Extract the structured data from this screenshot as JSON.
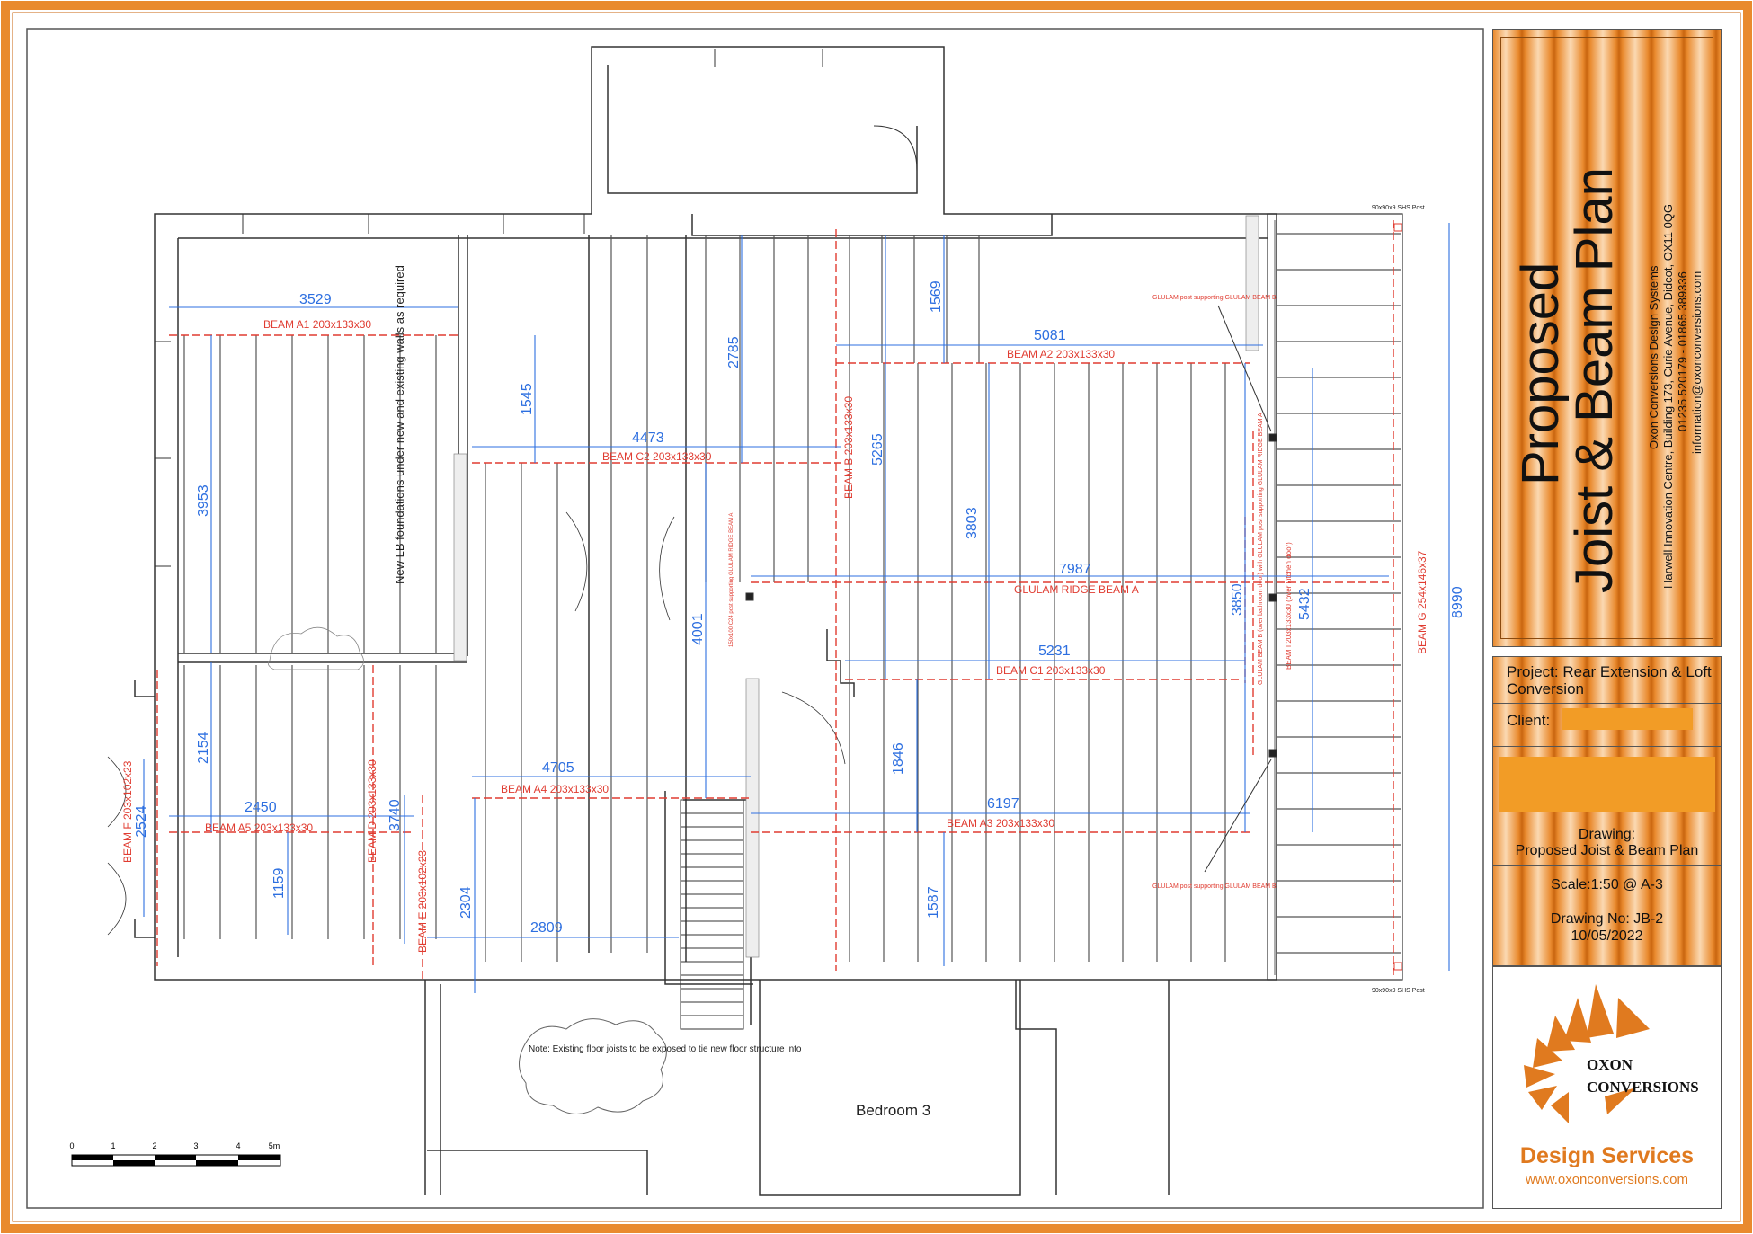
{
  "title_block": {
    "title_line1": "Proposed",
    "title_line2": "Joist & Beam Plan",
    "company_lines": [
      "Oxon Conversions Design Systems",
      "Harwell Innovation Centre, Building 173, Curie Avenue, Didcot, OX11 0QG",
      "01235 520179 - 01865 389336",
      "information@oxonconversions.com"
    ],
    "project": "Project: Rear Extension & Loft Conversion",
    "client": "Client:",
    "drawing_label": "Drawing:",
    "drawing_name": "Proposed Joist & Beam Plan",
    "scale": "Scale:1:50 @ A-3",
    "drawing_no": "Drawing No: JB-2",
    "date": "10/05/2022",
    "logo_line1": "OXON",
    "logo_line2": "CONVERSIONS",
    "logo_services": "Design Services",
    "logo_url": "www.oxonconversions.com"
  },
  "beams": {
    "a1": "BEAM A1 203x133x30",
    "a2": "BEAM A2 203x133x30",
    "a3": "BEAM A3 203x133x30",
    "a4": "BEAM A4 203x133x30",
    "a5": "BEAM A5 203x133x30",
    "b": "BEAM B 203x133x30",
    "c1": "BEAM C1 203x133x30",
    "c2": "BEAM C2 203x133x30",
    "d": "BEAM D 203x133x30",
    "e": "BEAM E 203x102x23",
    "f": "BEAM F 203x102x23",
    "g": "BEAM G 254x146x37",
    "ridge": "GLULAM RIDGE BEAM A",
    "h": "GLULAM BEAM B (over bathroom door) with GLULAM post supporting GLULAM RIDGE BEAM A",
    "i": "BEAM I 203x133x30 (over kitchen door)"
  },
  "dimensions": {
    "d3529": "3529",
    "d5081": "5081",
    "d1569": "1569",
    "d2785": "2785",
    "d1545": "1545",
    "d4473": "4473",
    "d5265": "5265",
    "d3953": "3953",
    "d3803": "3803",
    "d7987": "7987",
    "d3850": "3850",
    "d5432": "5432",
    "d8990": "8990",
    "d4001": "4001",
    "d5231": "5231",
    "d2154": "2154",
    "d4705": "4705",
    "d1846": "1846",
    "d6197": "6197",
    "d2450": "2450",
    "d2524": "2524",
    "d3740": "3740",
    "d1159": "1159",
    "d2304": "2304",
    "d1587": "1587",
    "d2809": "2809"
  },
  "notes": {
    "foundations": "New LB foundations under new and existing walls as required",
    "glulam_post_top": "GLULAM post supporting GLULAM BEAM B",
    "glulam_post_bottom": "GLULAM post supporting GLULAM BEAM B",
    "shs_top": "90x90x9 SHS Post",
    "shs_bottom": "90x90x9 SHS Post",
    "c24_post": "150x100 C24 post supporting GLULAM RIDGE BEAM A",
    "existing_joists": "Note: Existing floor joists to be exposed to tie new floor structure into",
    "bedroom": "Bedroom 3"
  },
  "scale_bar": {
    "ticks": [
      "0",
      "1",
      "2",
      "3",
      "4",
      "5m"
    ]
  },
  "colors": {
    "frame_orange": "#e98a2e",
    "beam_red": "#e03c31",
    "dim_blue": "#2d6fe0",
    "wall": "#333333"
  }
}
